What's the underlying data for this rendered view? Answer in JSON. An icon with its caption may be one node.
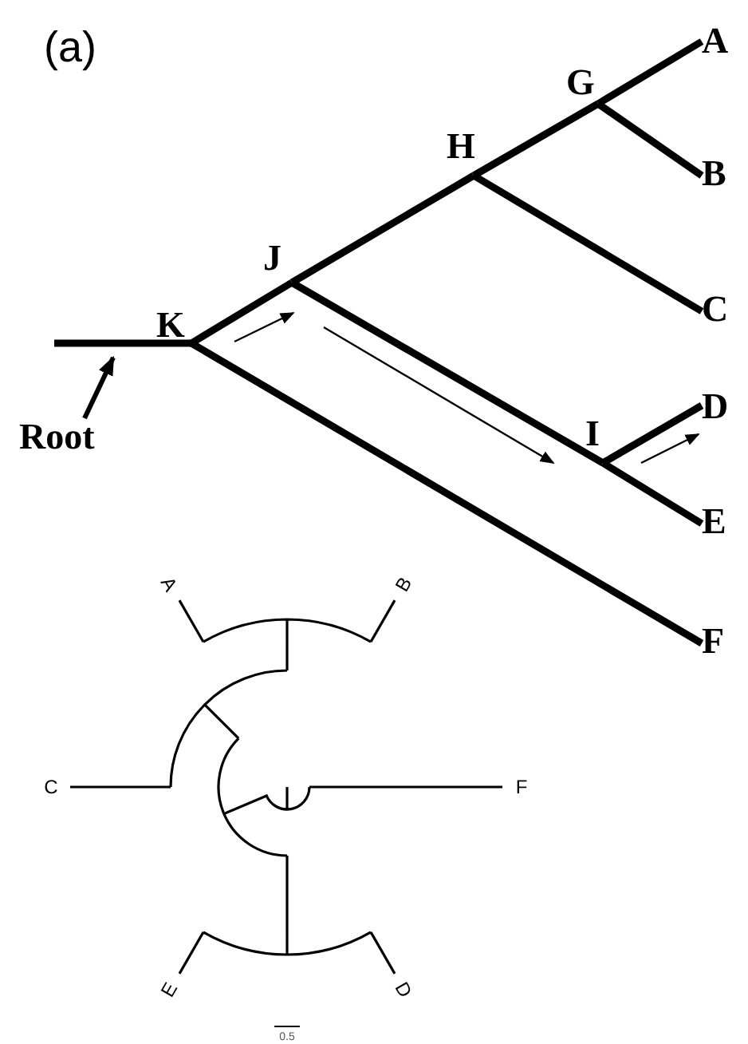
{
  "diagram": {
    "nodes": [
      {
        "text": [
          "K"
        ]
      },
      {
        "text": [
          "J"
        ]
      },
      {
        "text": [
          "H"
        ]
      },
      {
        "text": [
          "G"
        ]
      },
      {
        "text": [
          "A"
        ]
      },
      {
        "text": [
          "B"
        ]
      },
      {
        "text": [
          "C"
        ]
      },
      {
        "text": [
          "I"
        ]
      },
      {
        "text": [
          "D"
        ]
      },
      {
        "text": [
          "E"
        ]
      },
      {
        "text": [
          "F"
        ]
      },
      {
        "text": [
          "Root"
        ]
      }
    ],
    "edges": [
      {
        "from": null,
        "to": 0,
        "arrow": "none"
      },
      {
        "from": 0,
        "to": 1,
        "arrow": "none"
      },
      {
        "from": 1,
        "to": 2,
        "arrow": "none"
      },
      {
        "from": 2,
        "to": 3,
        "arrow": "none"
      },
      {
        "from": 3,
        "to": 4,
        "arrow": "none"
      },
      {
        "from": 3,
        "to": 5,
        "arrow": "none"
      },
      {
        "from": 2,
        "to": 6,
        "arrow": "none"
      },
      {
        "from": 1,
        "to": 7,
        "arrow": "none"
      },
      {
        "from": 7,
        "to": 8,
        "arrow": "none"
      },
      {
        "from": 7,
        "to": 9,
        "arrow": "none"
      },
      {
        "from": 0,
        "to": 10,
        "arrow": "none"
      },
      {
        "from": 11,
        "to": 0,
        "arrow": "to"
      }
    ],
    "labels": [
      "(a)",
      "A",
      "B",
      "C",
      "F",
      "E",
      "D",
      "0.5"
    ]
  }
}
